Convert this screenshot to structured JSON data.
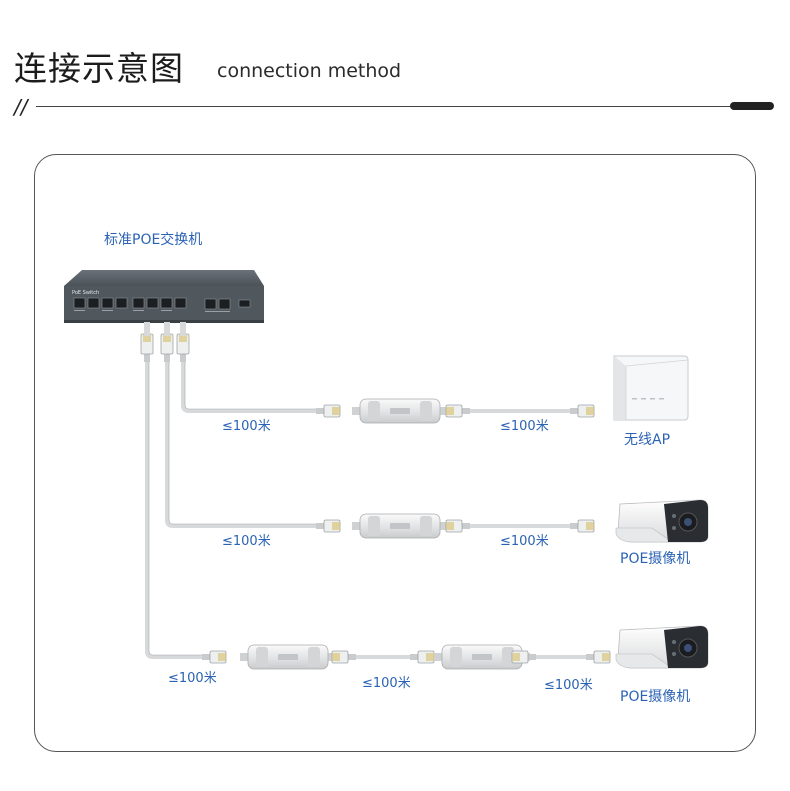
{
  "header": {
    "title_cn": "连接示意图",
    "title_en": "connection method",
    "divider_mark": "//"
  },
  "switch": {
    "label": "标准POE交换机",
    "brand": "PoE Switch"
  },
  "devices": {
    "ap": "无线AP",
    "camera_1": "POE摄像机",
    "camera_2": "POE摄像机"
  },
  "distances": {
    "row1_a": "≤100米",
    "row1_b": "≤100米",
    "row2_a": "≤100米",
    "row2_b": "≤100米",
    "row3_a": "≤100米",
    "row3_b": "≤100米",
    "row3_c": "≤100米"
  },
  "colors": {
    "label_blue": "#2b63b4",
    "cable": "#d7d9db",
    "switch_body": "#4d545b"
  }
}
